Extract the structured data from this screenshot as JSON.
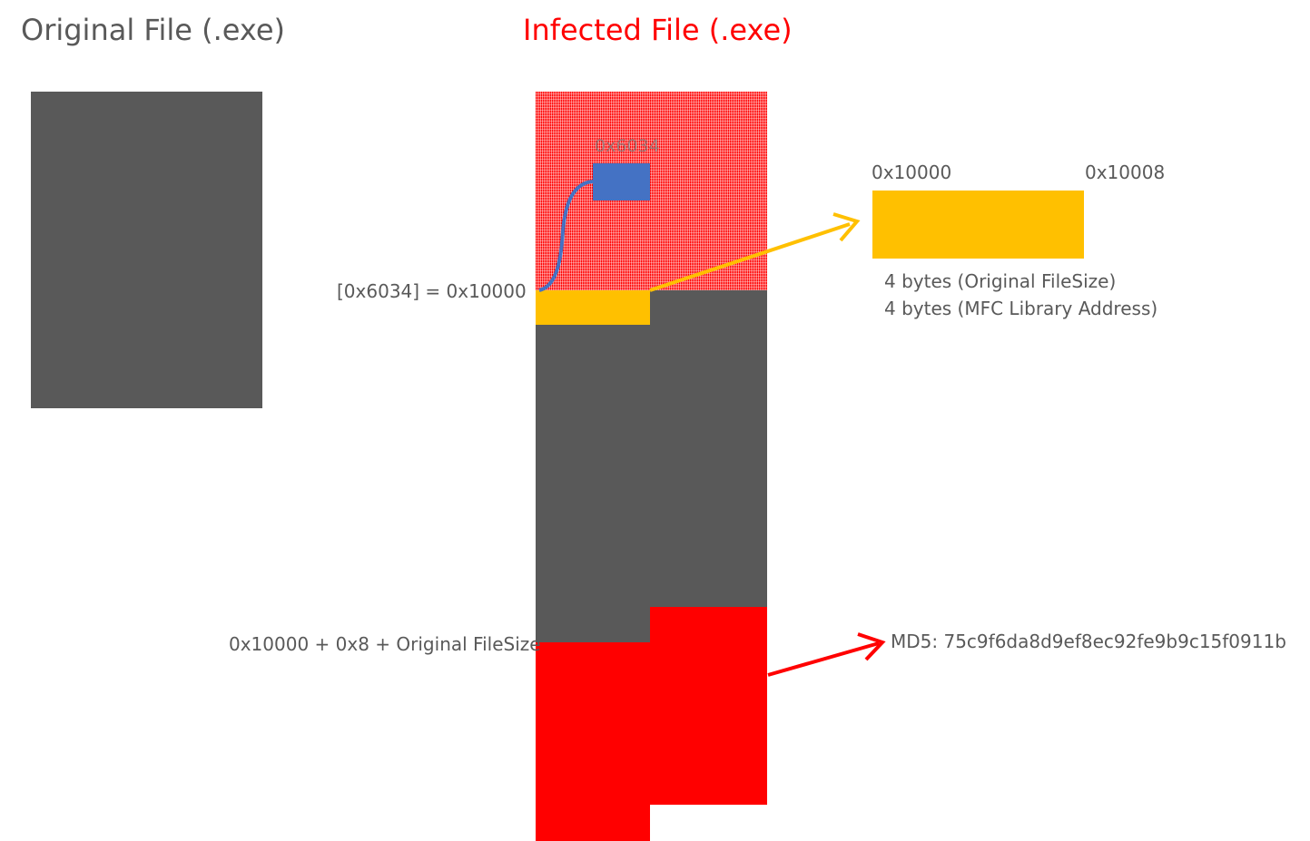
{
  "titles": {
    "original": "Original File (.exe)",
    "infected": "Infected File (.exe)"
  },
  "labels": {
    "pointer": "[0x6034] = 0x10000",
    "small_block_addr": "0x6034",
    "offset_formula": "0x10000 + 0x8 + Original FileSize",
    "range_start": "0x10000",
    "range_end": "0x10008",
    "field_1": "4 bytes (Original FileSize)",
    "field_2": "4 bytes (MFC Library Address)",
    "md5": "MD5: 75c9f6da8d9ef8ec92fe9b9c15f0911b"
  },
  "colors": {
    "original_title": "#595959",
    "infected_title": "#ff0000",
    "body_grey": "#595959",
    "header_gold": "#ffc000",
    "payload_red": "#ff0000",
    "pointer_blue": "#4472c4"
  }
}
